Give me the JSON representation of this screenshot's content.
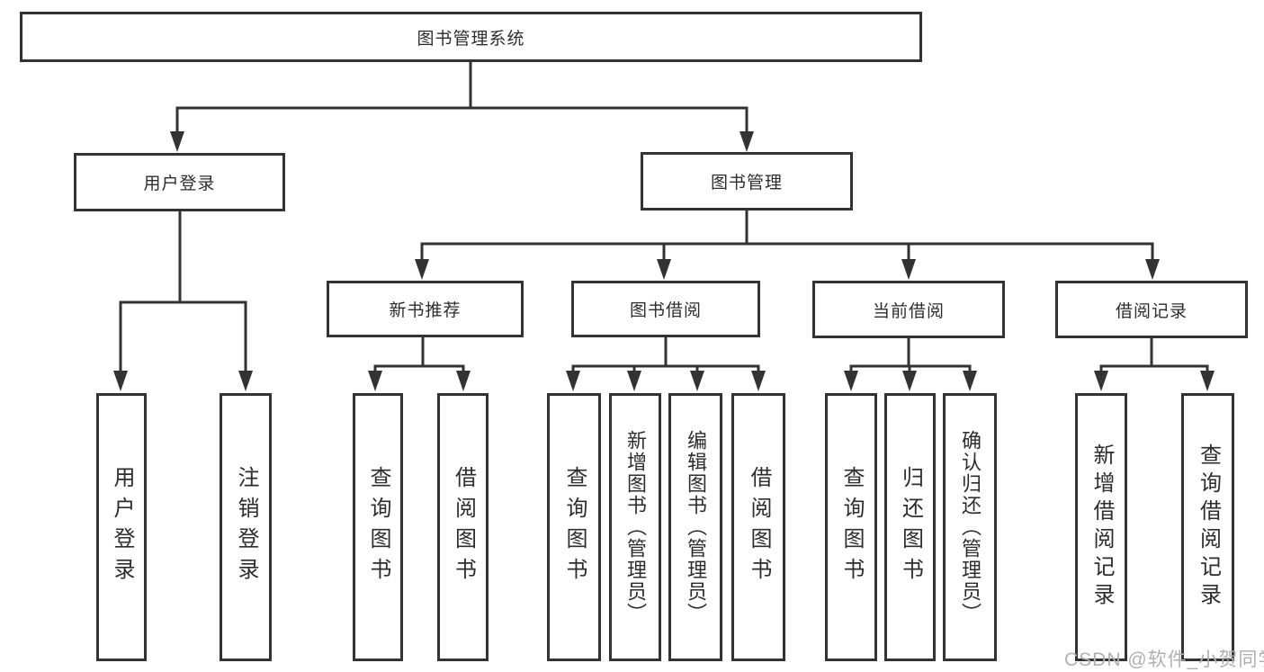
{
  "tree": {
    "label": "图书管理系统",
    "children": [
      {
        "label": "用户登录",
        "children": [
          {
            "label": "用户登录"
          },
          {
            "label": "注销登录"
          }
        ]
      },
      {
        "label": "图书管理",
        "children": [
          {
            "label": "新书推荐",
            "children": [
              {
                "label": "查询图书"
              },
              {
                "label": "借阅图书"
              }
            ]
          },
          {
            "label": "图书借阅",
            "children": [
              {
                "label": "查询图书"
              },
              {
                "label": "新增图书（管理员）"
              },
              {
                "label": "编辑图书（管理员）"
              },
              {
                "label": "借阅图书"
              }
            ]
          },
          {
            "label": "当前借阅",
            "children": [
              {
                "label": "查询图书"
              },
              {
                "label": "归还图书"
              },
              {
                "label": "确认归还（管理员）"
              }
            ]
          },
          {
            "label": "借阅记录",
            "children": [
              {
                "label": "新增借阅记录"
              },
              {
                "label": "查询借阅记录"
              }
            ]
          }
        ]
      }
    ]
  },
  "colors": {
    "line": "#333333",
    "text": "#2d2d2d",
    "watermark": "#b0b0b0",
    "background": "#ffffff"
  },
  "watermark": "CSDN @软件_小贺同学"
}
